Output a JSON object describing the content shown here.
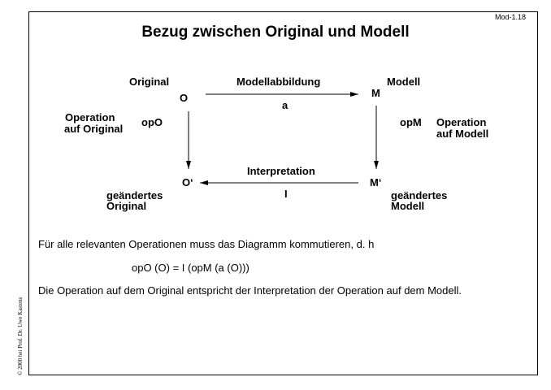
{
  "slide_id": "Mod-1.18",
  "title": "Bezug zwischen Original und Modell",
  "diagram": {
    "original_caption": "Original",
    "node_o": "O",
    "modell_caption": "Modell",
    "node_m": "M",
    "top_arrow_label": "Modellabbildung",
    "top_arrow_symbol": "a",
    "left_op_line1": "Operation",
    "left_op_line2": "auf Original",
    "left_op_symbol": "opO",
    "right_op_symbol": "opM",
    "right_op_line1": "Operation",
    "right_op_line2": "auf Modell",
    "node_o_prime": "O‘",
    "node_m_prime": "M‘",
    "bottom_arrow_label": "Interpretation",
    "bottom_arrow_symbol": "I",
    "changed_original_line1": "geändertes",
    "changed_original_line2": "Original",
    "changed_modell_line1": "geändertes",
    "changed_modell_line2": "Modell"
  },
  "text": {
    "line1": "Für alle relevanten Operationen muss das Diagramm kommutieren, d. h",
    "formula": "opO (O) = I (opM (a (O)))",
    "line2": "Die Operation auf dem Original entspricht der Interpretation der Operation auf dem Modell."
  },
  "copyright": "© 2000 bei Prof. Dr. Uwe Kastens"
}
